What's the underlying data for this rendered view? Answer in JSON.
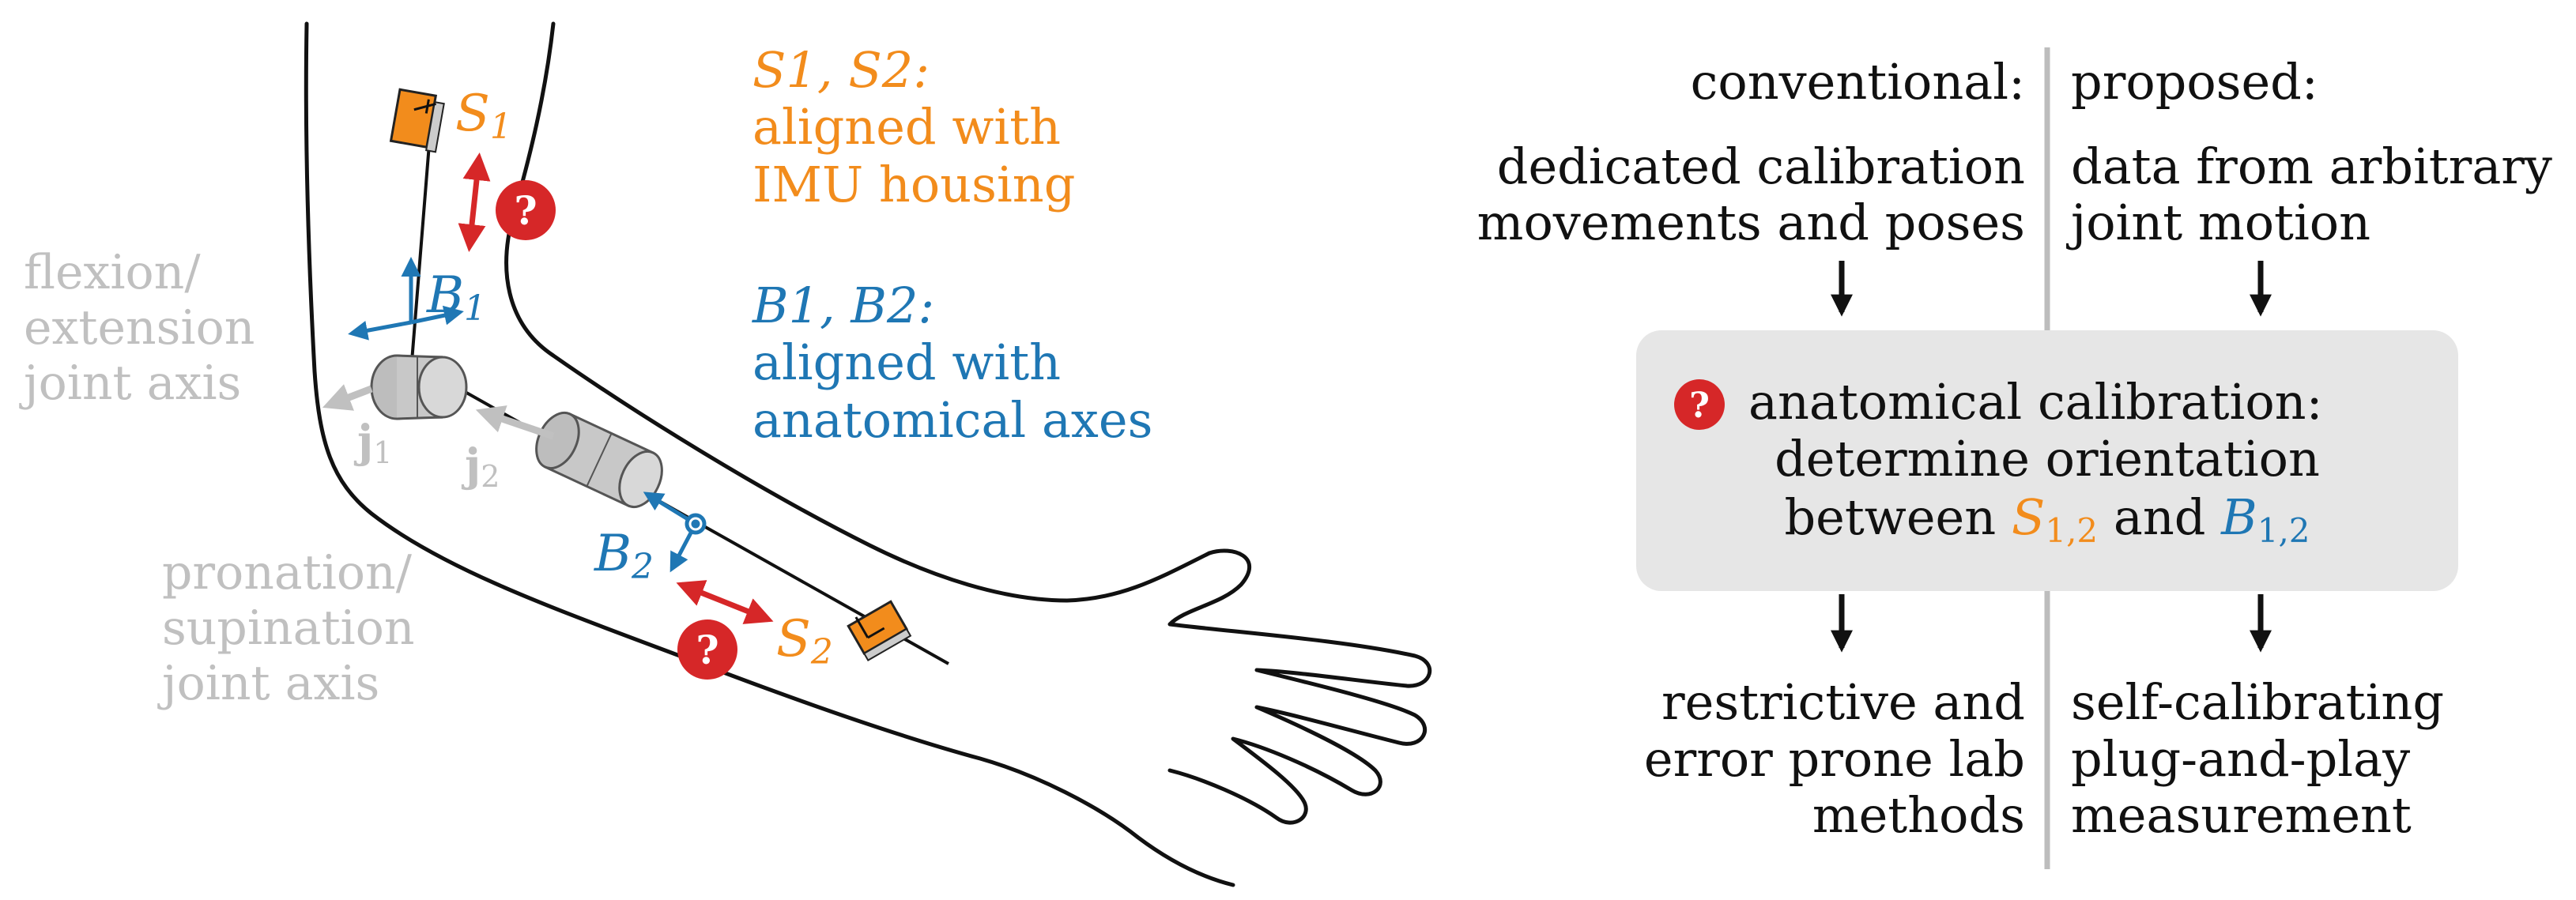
{
  "colors": {
    "orange": "#f28c1c",
    "blue": "#1f77b4",
    "grey": "#c0c0c0",
    "red": "#d62728",
    "black": "#111111",
    "box_fill": "#e6e6e6"
  },
  "left_panel": {
    "s1_label": "S",
    "s1_sub": "1",
    "s2_label": "S",
    "s2_sub": "2",
    "b1_label": "B",
    "b1_sub": "1",
    "b2_label": "B",
    "b2_sub": "2",
    "j1_label": "j",
    "j1_sub": "1",
    "j2_label": "j",
    "j2_sub": "2",
    "question_mark": "?",
    "sensor_note": {
      "symbols": "S1, S2:",
      "line1": "aligned with",
      "line2": "IMU housing"
    },
    "body_note": {
      "symbols": "B1, B2:",
      "line1": "aligned with",
      "line2": "anatomical axes"
    },
    "flexion_label": [
      "flexion/",
      "extension",
      "joint axis"
    ],
    "pronation_label": [
      "pronation/",
      "supination",
      "joint axis"
    ]
  },
  "right_panel": {
    "conventional_header": "conventional:",
    "proposed_header": "proposed:",
    "conventional_input": [
      "dedicated calibration",
      "movements and poses"
    ],
    "proposed_input": [
      "data from arbitrary",
      "joint motion"
    ],
    "center_box": {
      "line1": "anatomical calibration:",
      "line2": "determine orientation",
      "line3_prefix": "between ",
      "line3_s": "S",
      "line3_s_sub": "1,2",
      "line3_and": " and ",
      "line3_b": "B",
      "line3_b_sub": "1,2"
    },
    "conventional_output": [
      "restrictive and",
      "error prone lab",
      "methods"
    ],
    "proposed_output": [
      "self-calibrating",
      "plug-and-play",
      "measurement"
    ]
  }
}
